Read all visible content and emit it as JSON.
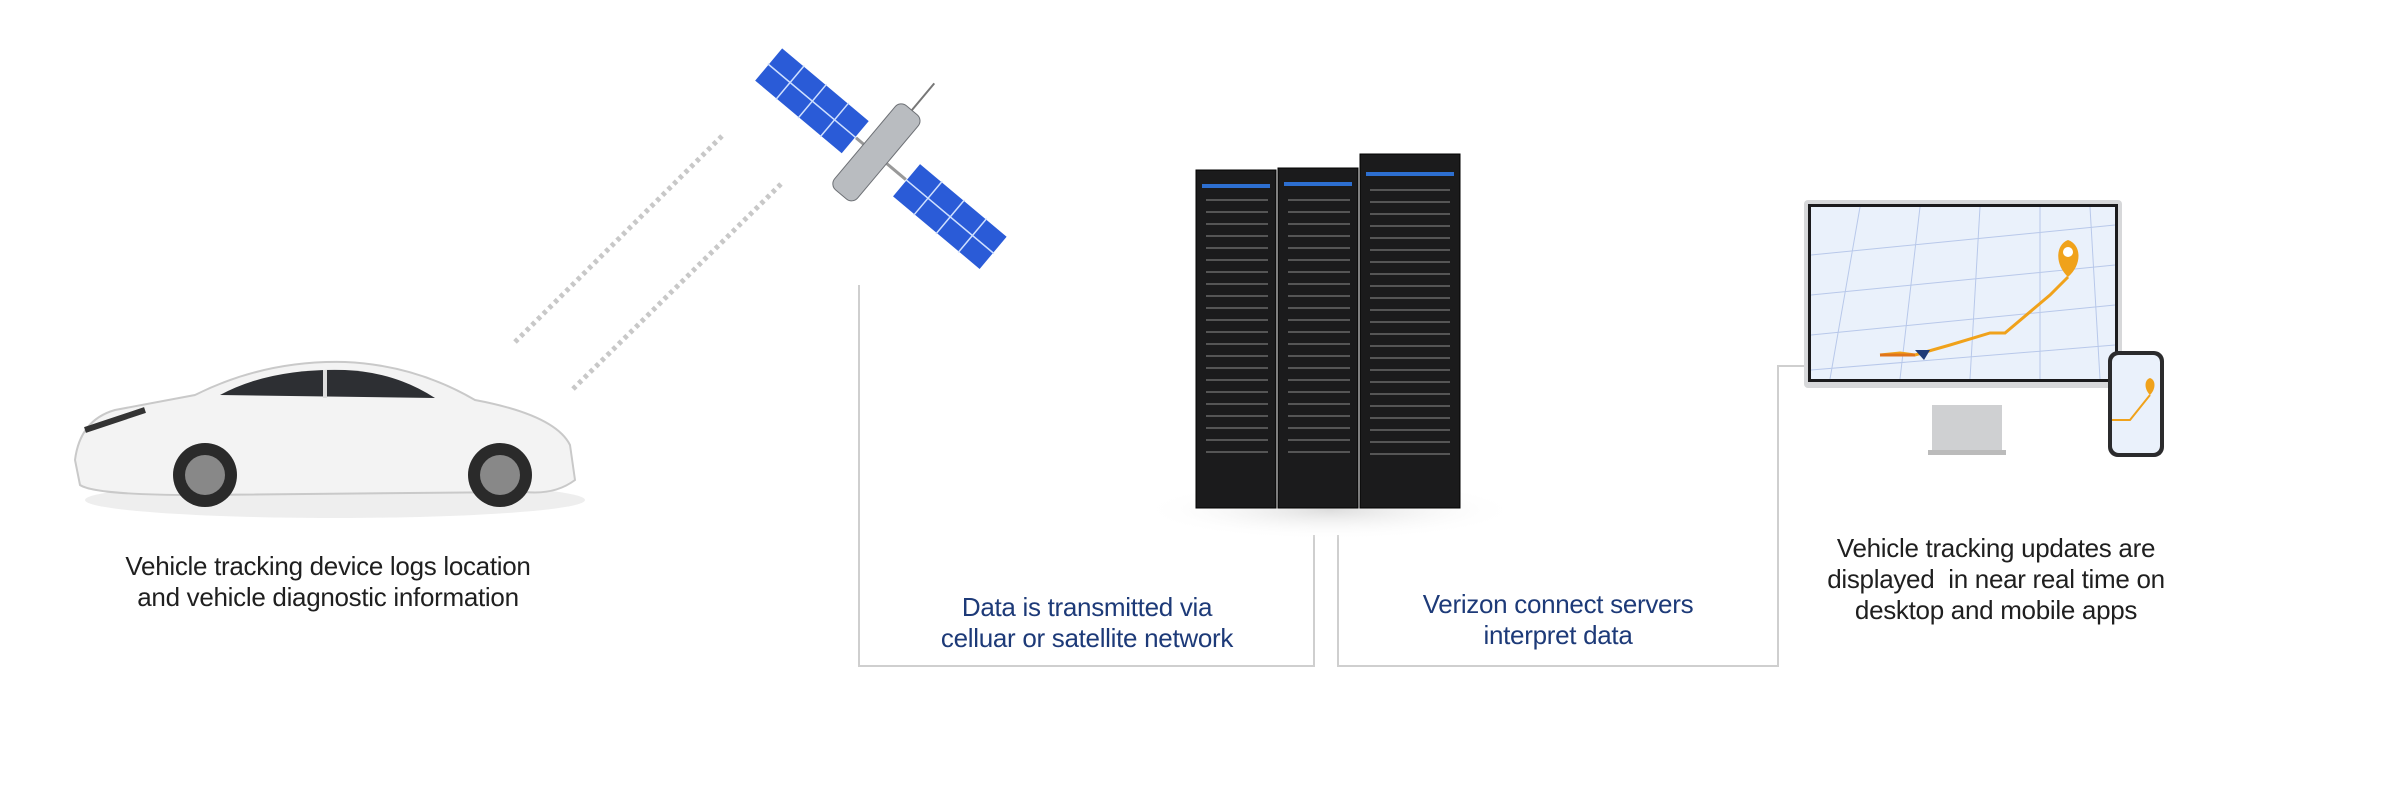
{
  "steps": [
    {
      "line1": "Vehicle tracking device logs location",
      "line2": "and vehicle diagnostic information"
    },
    {
      "line1": "Data is transmitted via",
      "line2": "celluar or satellite network"
    },
    {
      "line1": "Verizon connect servers",
      "line2": "interpret data"
    },
    {
      "line1": "Vehicle tracking updates are",
      "line2": "displayed  in near real time on",
      "line3": "desktop and mobile apps"
    }
  ],
  "colors": {
    "caption_dark": "#1f1f1f",
    "caption_blue": "#1d3a78",
    "connector": "#cfcfcf",
    "solar_panel": "#2a5bd7",
    "route": "#f0a21b"
  }
}
